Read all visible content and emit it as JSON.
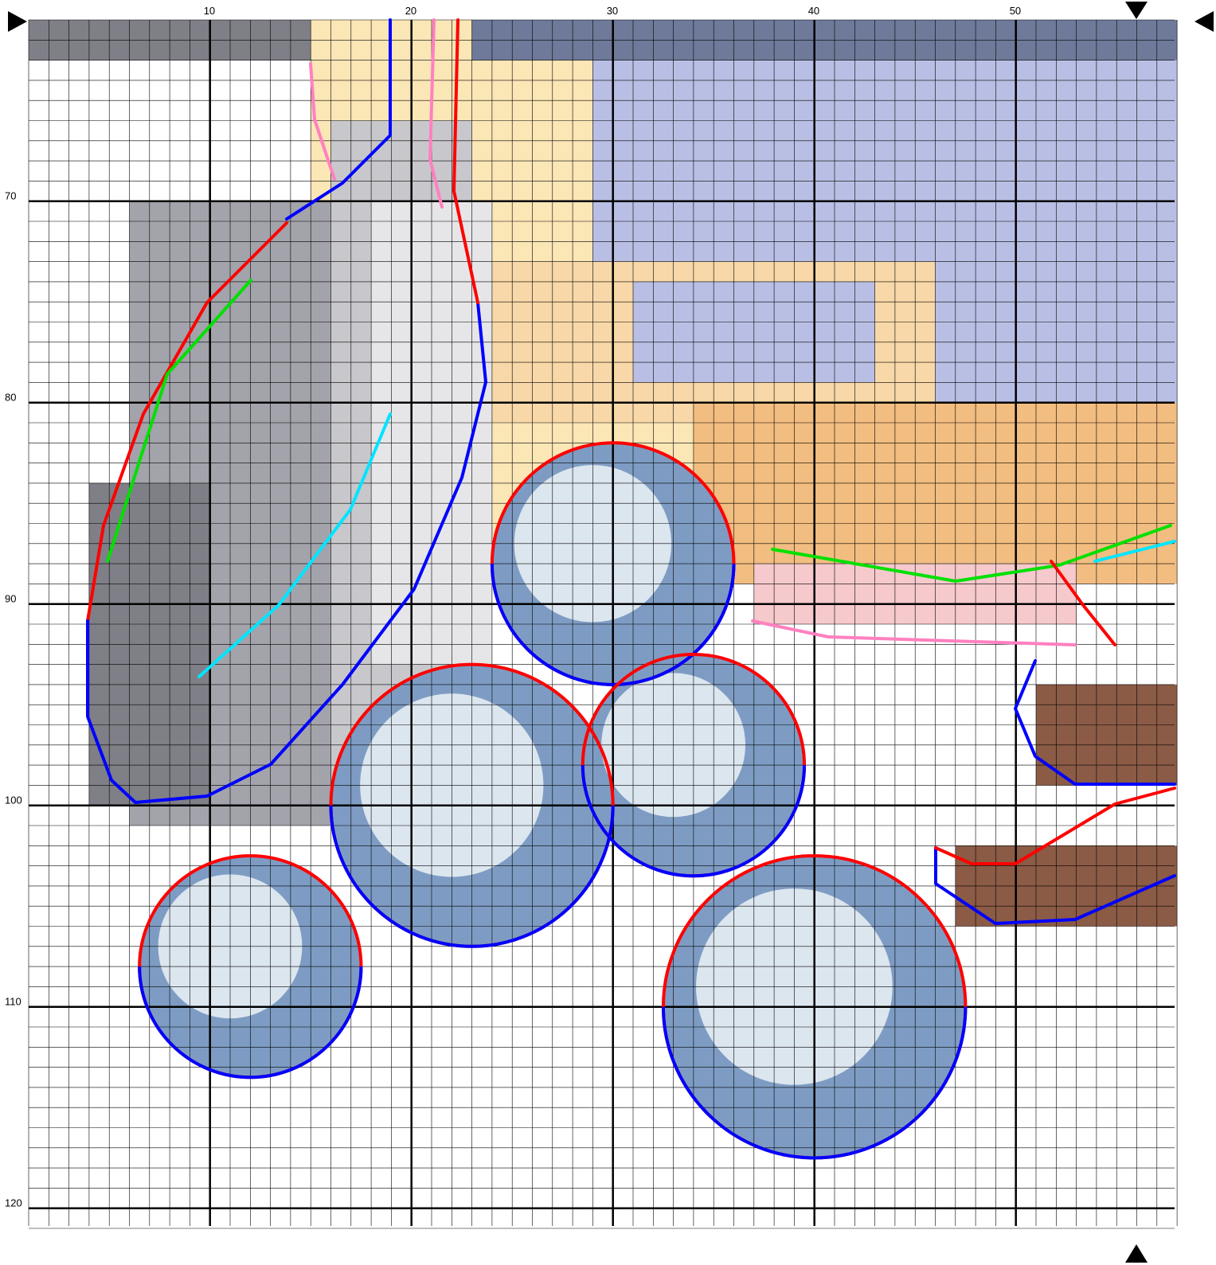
{
  "chart_data": {
    "type": "cross-stitch-pattern",
    "x_ticks": [
      "10",
      "20",
      "30",
      "40",
      "50"
    ],
    "y_ticks": [
      "70",
      "80",
      "90",
      "100",
      "110",
      "120"
    ],
    "x_range": [
      1,
      57
    ],
    "y_range": [
      61,
      120
    ],
    "center_markers": [
      "top-right",
      "bottom-right",
      "left-top",
      "right-top"
    ],
    "palette": {
      "dark_gray": "#7f7f87",
      "mid_gray": "#a3a3ab",
      "light_gray": "#c8c8cc",
      "pale_gray": "#e6e6e8",
      "peach": "#f8d8a8",
      "pale_yellow": "#fbe6b6",
      "tan": "#f2bd80",
      "orange": "#e99c5d",
      "lavender": "#b9bfe4",
      "steel_blue": "#7e9cc3",
      "pale_blue": "#dce6ef",
      "pink": "#f6c9cc",
      "mint": "#b9dcbc",
      "cream": "#f9f6ec",
      "brown": "#8b5b46",
      "shadow": "#a8a8ac"
    },
    "outline_colors": [
      "#ff0000",
      "#0000ff",
      "#00e000",
      "#ff80c0",
      "#00e5ff"
    ],
    "legend": []
  }
}
